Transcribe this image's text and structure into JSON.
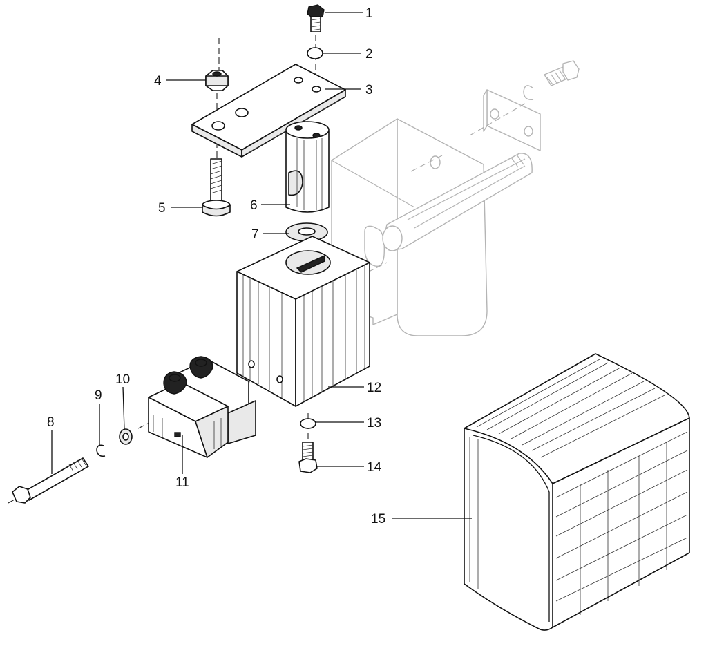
{
  "callouts": [
    {
      "num": "1",
      "part": "cap-screw-top"
    },
    {
      "num": "2",
      "part": "lock-washer-top"
    },
    {
      "num": "3",
      "part": "mounting-plate"
    },
    {
      "num": "4",
      "part": "hex-nut"
    },
    {
      "num": "5",
      "part": "stud-bolt"
    },
    {
      "num": "6",
      "part": "pivot-cylinder"
    },
    {
      "num": "7",
      "part": "flat-washer"
    },
    {
      "num": "8",
      "part": "long-bolt"
    },
    {
      "num": "9",
      "part": "lock-washer-bolt"
    },
    {
      "num": "10",
      "part": "flat-washer-bolt"
    },
    {
      "num": "11",
      "part": "terminal-block"
    },
    {
      "num": "12",
      "part": "housing-block"
    },
    {
      "num": "13",
      "part": "lock-washer-bottom"
    },
    {
      "num": "14",
      "part": "cap-screw-bottom"
    },
    {
      "num": "15",
      "part": "cover"
    }
  ]
}
